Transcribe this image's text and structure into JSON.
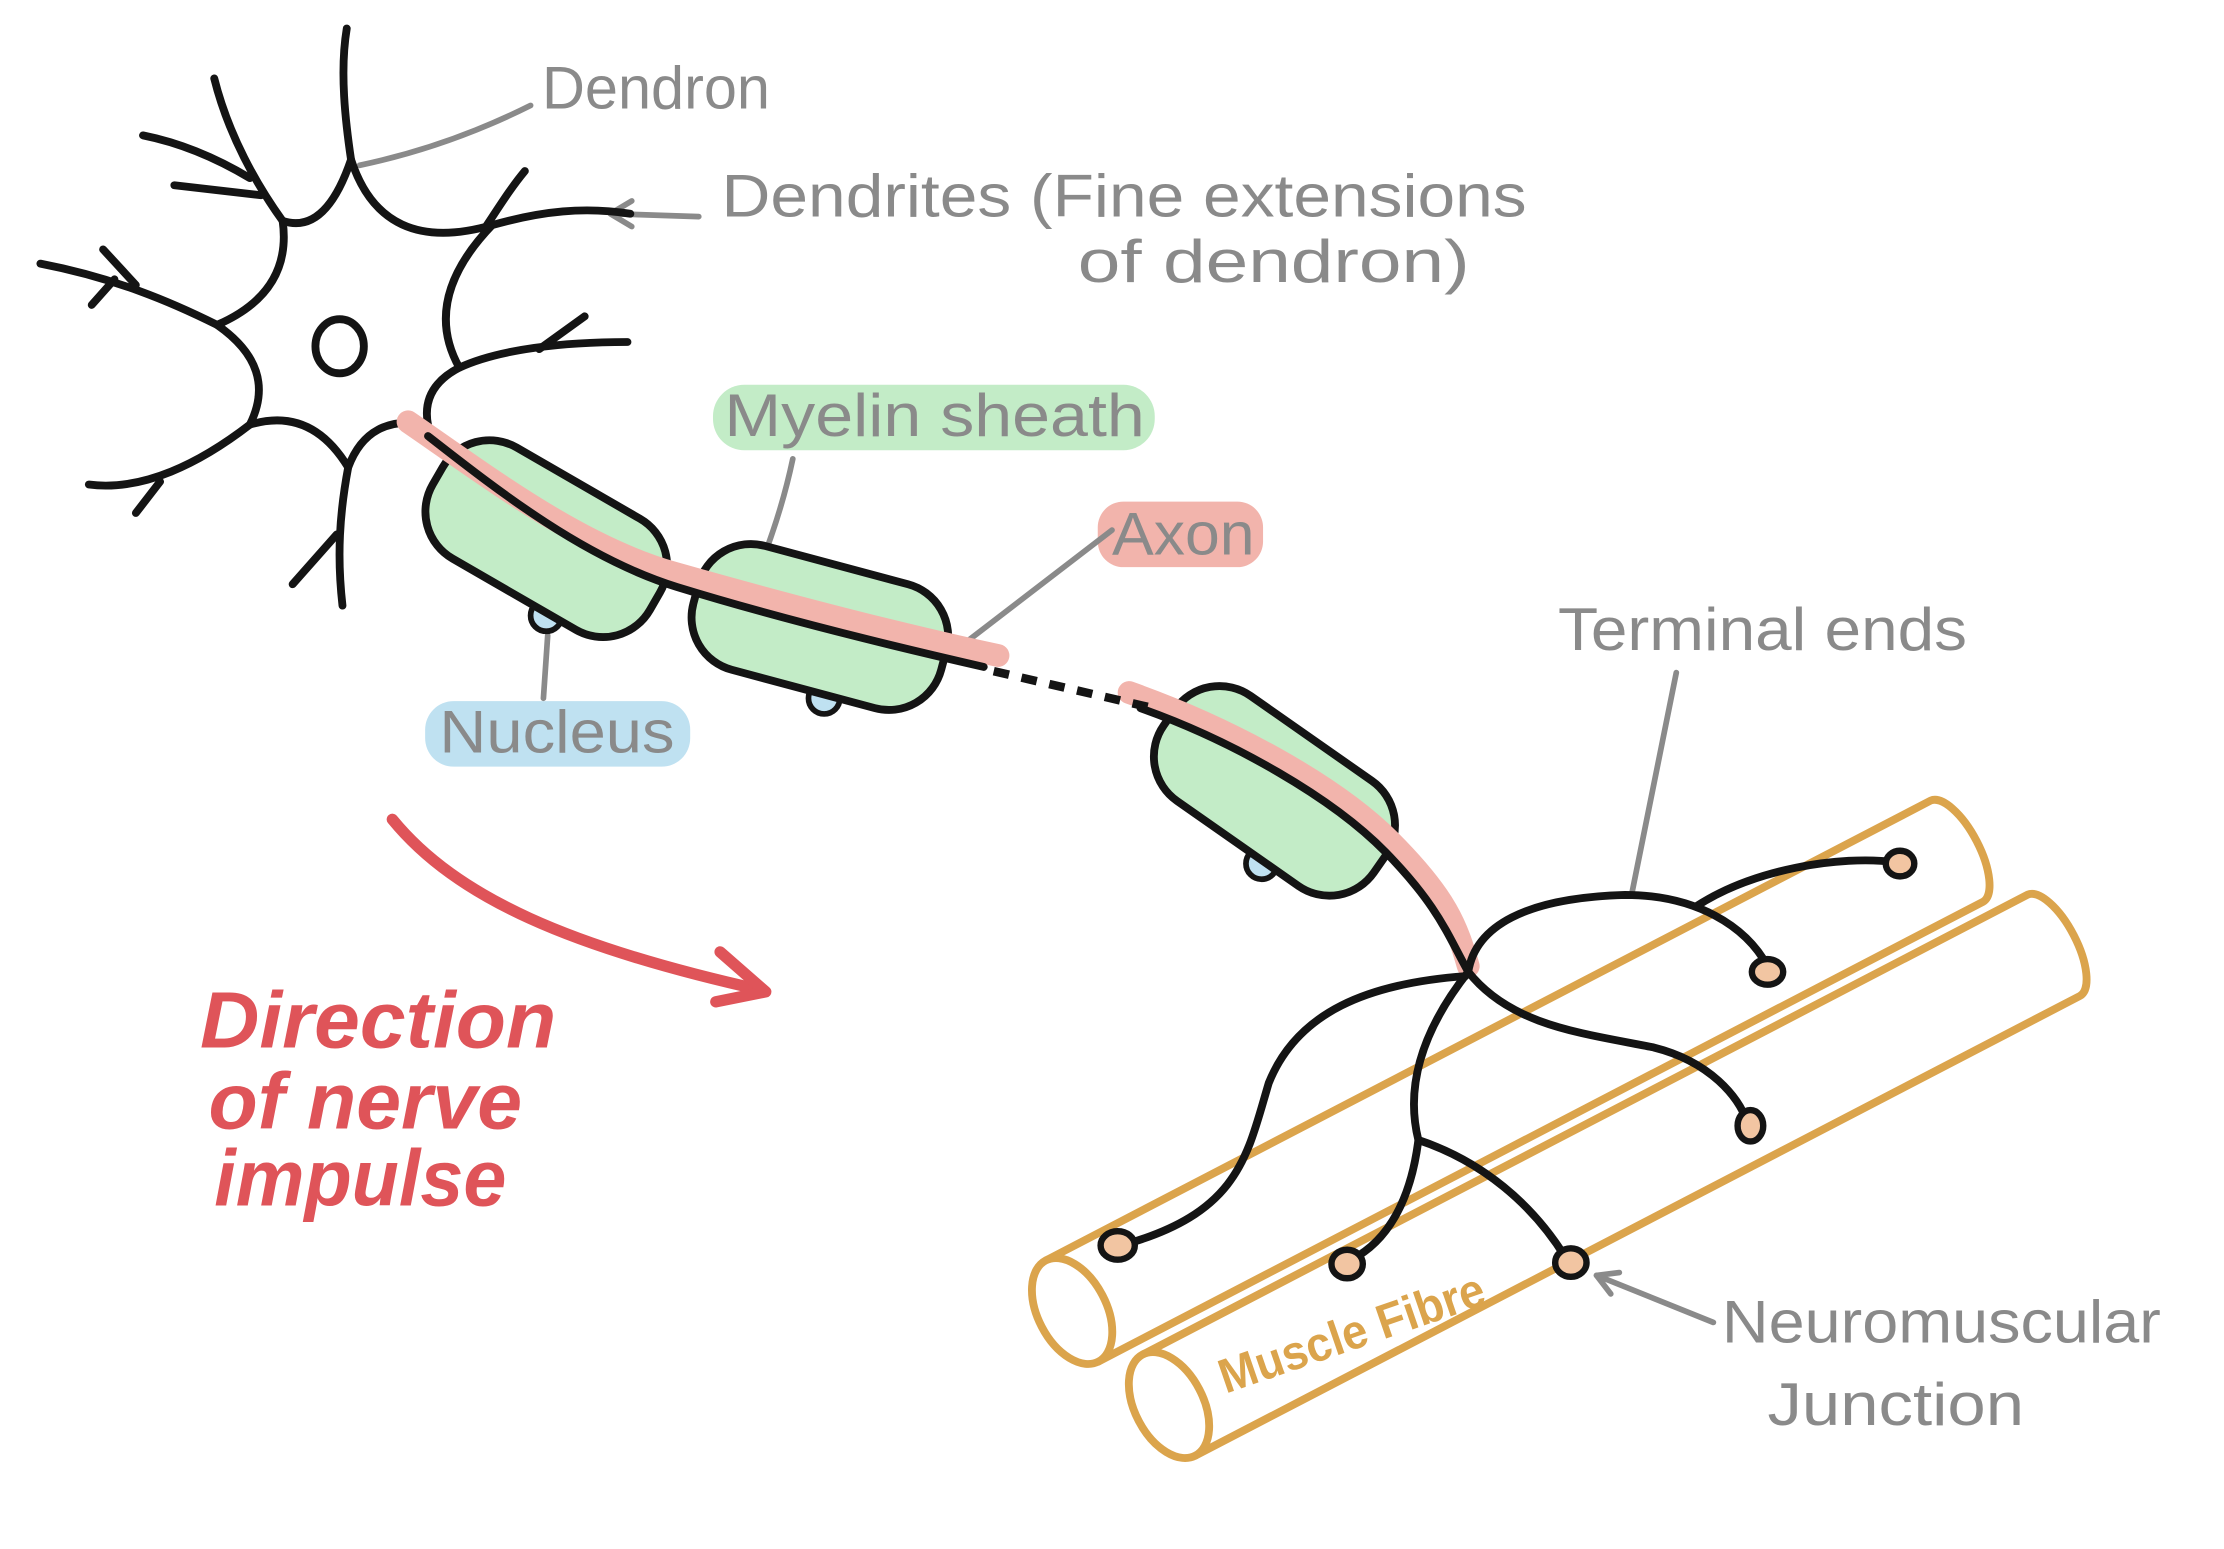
{
  "labels": {
    "dendron": "Dendron",
    "dendrites_line1": "Dendrites (Fine extensions",
    "dendrites_line2": "of dendron)",
    "myelin_sheath": "Myelin sheath",
    "axon": "Axon",
    "terminal_ends": "Terminal ends",
    "nucleus": "Nucleus",
    "muscle_fibre": "Muscle Fibre",
    "neuromuscular_line1": "Neuromuscular",
    "neuromuscular_line2": "Junction"
  },
  "impulse": {
    "line1": "Direction",
    "line2": "of nerve",
    "line3": "impulse"
  },
  "colors": {
    "outline": "#141414",
    "label_gray": "#8a8a8a",
    "myelin_green": "#c3ecc7",
    "axon_pink": "#f2b4ac",
    "nucleus_blue": "#bfe1f1",
    "impulse_red": "#df5459",
    "muscle_orange": "#dba44c",
    "terminal_bulb": "#f2c5a2",
    "background": "#ffffff"
  }
}
